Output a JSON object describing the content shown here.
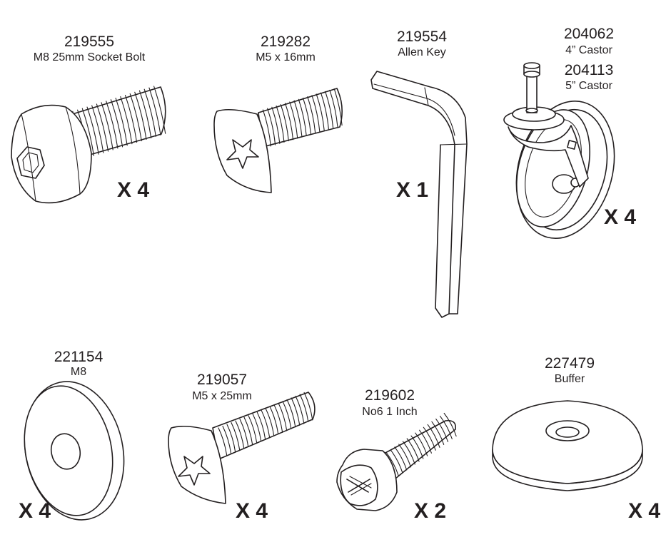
{
  "parts": {
    "socket_bolt": {
      "code": "219555",
      "desc": "M8 25mm Socket Bolt",
      "qty": "X 4"
    },
    "screw_m5_16": {
      "code": "219282",
      "desc": "M5 x 16mm",
      "qty": ""
    },
    "allen_key": {
      "code": "219554",
      "desc": "Allen Key",
      "qty": "X 1"
    },
    "castor": {
      "code_a": "204062",
      "desc_a": "4” Castor",
      "code_b": "204113",
      "desc_b": "5” Castor",
      "qty": "X 4"
    },
    "washer": {
      "code": "221154",
      "desc": "M8",
      "qty": "X 4"
    },
    "screw_m5_25": {
      "code": "219057",
      "desc": "M5 x 25mm",
      "qty": "X 4"
    },
    "wood_screw": {
      "code": "219602",
      "desc": "No6 1 Inch",
      "qty": "X 2"
    },
    "buffer": {
      "code": "227479",
      "desc": "Buffer",
      "qty": "X 4"
    }
  }
}
